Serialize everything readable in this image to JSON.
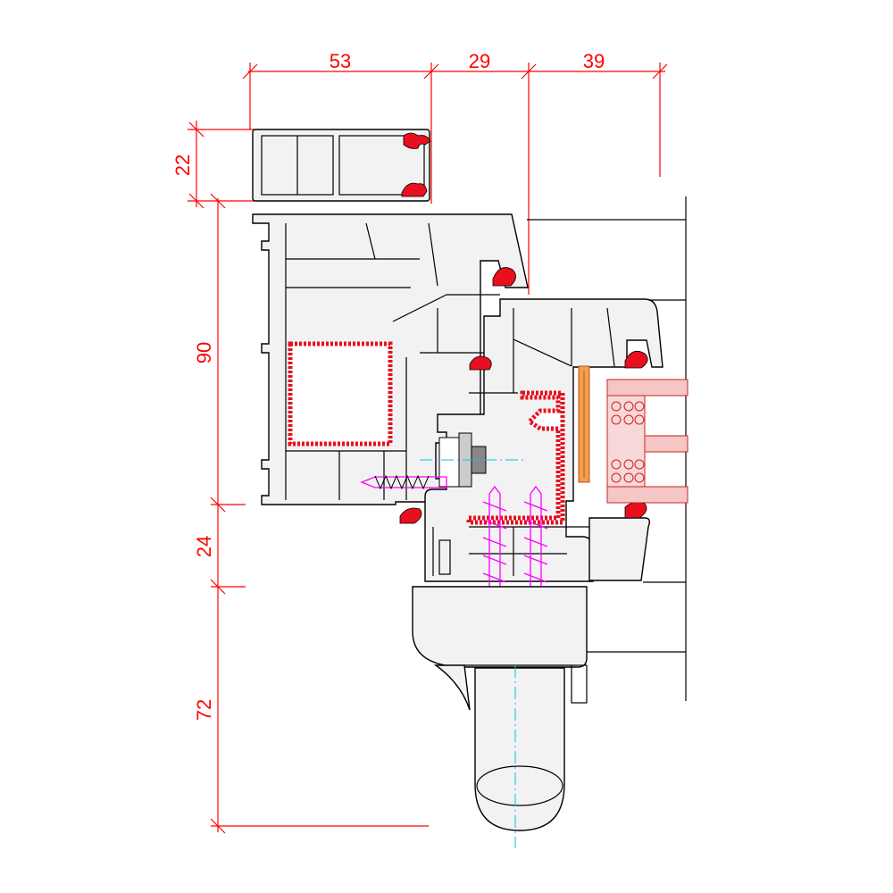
{
  "drawing": {
    "dimensions": {
      "horizontal": [
        "53",
        "29",
        "39"
      ],
      "vertical": [
        "22",
        "90",
        "24",
        "72"
      ]
    },
    "colors": {
      "dimension": "#ff0000",
      "gasket": "#e8101e",
      "screw": "#ff00ff",
      "centerline": "#00c8d8",
      "outline": "#000000"
    }
  }
}
